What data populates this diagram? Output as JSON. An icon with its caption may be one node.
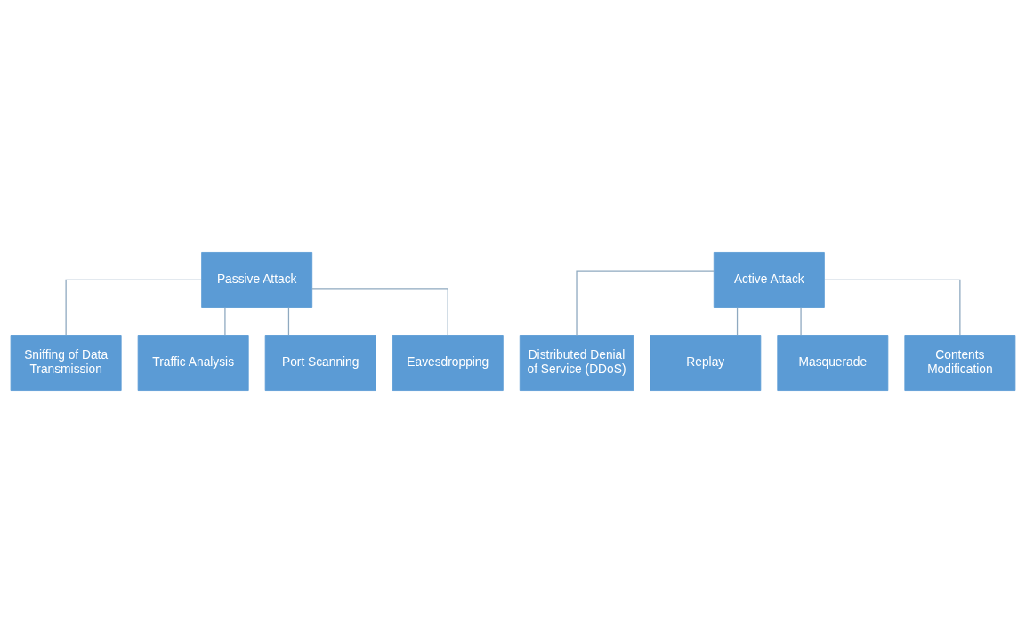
{
  "diagram": {
    "nodes": [
      {
        "text": [
          "Passive Attack"
        ]
      },
      {
        "text": [
          "Sniffing of Data Transmission"
        ]
      },
      {
        "text": [
          "Traffic Analysis"
        ]
      },
      {
        "text": [
          "Port Scanning"
        ]
      },
      {
        "text": [
          "Eavesdropping"
        ]
      },
      {
        "text": [
          "Active Attack"
        ]
      },
      {
        "text": [
          "Distributed Denial of Service (DDoS)"
        ]
      },
      {
        "text": [
          "Replay"
        ]
      },
      {
        "text": [
          "Masquerade"
        ]
      },
      {
        "text": [
          "Contents Modification"
        ]
      }
    ],
    "edges": [
      {
        "from": 0,
        "to": 1,
        "arrow": "none"
      },
      {
        "from": 0,
        "to": 2,
        "arrow": "none"
      },
      {
        "from": 0,
        "to": 3,
        "arrow": "none"
      },
      {
        "from": 0,
        "to": 4,
        "arrow": "none"
      },
      {
        "from": 5,
        "to": 6,
        "arrow": "none"
      },
      {
        "from": 5,
        "to": 7,
        "arrow": "none"
      },
      {
        "from": 5,
        "to": 8,
        "arrow": "none"
      },
      {
        "from": 5,
        "to": 9,
        "arrow": "none"
      }
    ]
  }
}
